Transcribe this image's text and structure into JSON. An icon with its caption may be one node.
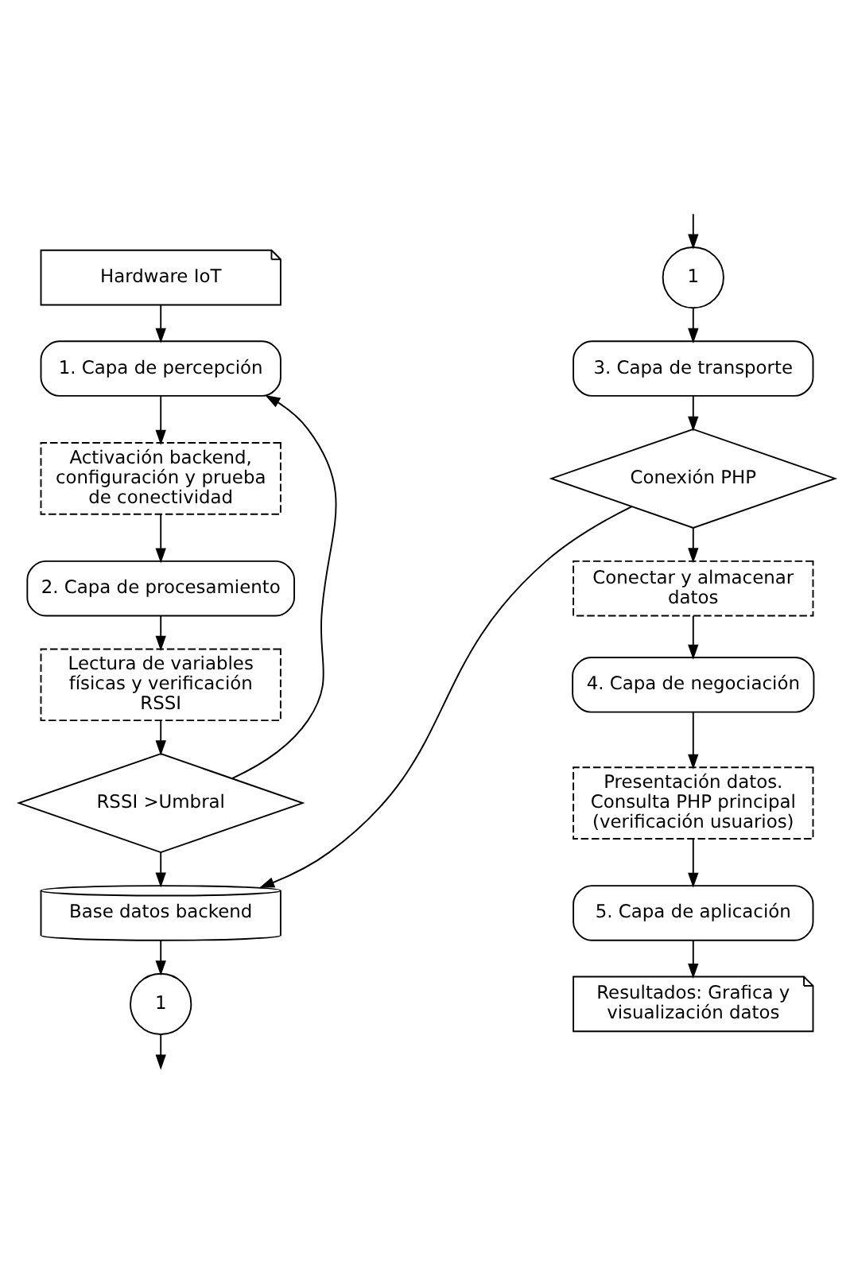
{
  "diagram": {
    "nodes": [
      {
        "text": [
          "Hardware IoT"
        ]
      },
      {
        "text": [
          "1. Capa de percepción"
        ]
      },
      {
        "text": [
          "Activación backend, configuración y prueba de conectividad"
        ]
      },
      {
        "text": [
          "2. Capa de procesamiento"
        ]
      },
      {
        "text": [
          "Lectura de variables físicas y verificación RSSI"
        ]
      },
      {
        "text": [
          "RSSI >Umbral"
        ]
      },
      {
        "text": [
          "Base datos backend"
        ]
      },
      {
        "text": [
          "1"
        ]
      },
      {
        "text": [
          "1"
        ]
      },
      {
        "text": [
          "3. Capa de transporte"
        ]
      },
      {
        "text": [
          "Conexión PHP"
        ]
      },
      {
        "text": [
          "Conectar y almacenar datos"
        ]
      },
      {
        "text": [
          "4. Capa de negociación"
        ]
      },
      {
        "text": [
          "Presentación datos. Consulta PHP principal (verificación usuarios)"
        ]
      },
      {
        "text": [
          "5. Capa de aplicación"
        ]
      },
      {
        "text": [
          "Resultados: Grafica y visualización datos"
        ]
      }
    ],
    "edges": [
      {
        "from": 0,
        "to": 1,
        "arrow": "to"
      },
      {
        "from": 1,
        "to": 2,
        "arrow": "to"
      },
      {
        "from": 2,
        "to": 3,
        "arrow": "to"
      },
      {
        "from": 3,
        "to": 4,
        "arrow": "to"
      },
      {
        "from": 4,
        "to": 5,
        "arrow": "to"
      },
      {
        "from": 5,
        "to": 6,
        "arrow": "to"
      },
      {
        "from": 5,
        "to": 1,
        "arrow": "to"
      },
      {
        "from": 10,
        "to": 6,
        "arrow": "to"
      },
      {
        "from": 6,
        "to": 7,
        "arrow": "to"
      },
      {
        "from": 7,
        "to": null,
        "arrow": "to"
      },
      {
        "from": null,
        "to": 8,
        "arrow": "to"
      },
      {
        "from": 8,
        "to": 9,
        "arrow": "to"
      },
      {
        "from": 9,
        "to": 10,
        "arrow": "to"
      },
      {
        "from": 10,
        "to": 11,
        "arrow": "to"
      },
      {
        "from": 11,
        "to": 12,
        "arrow": "to"
      },
      {
        "from": 12,
        "to": 13,
        "arrow": "to"
      },
      {
        "from": 13,
        "to": 14,
        "arrow": "to"
      },
      {
        "from": 14,
        "to": 15,
        "arrow": "to"
      }
    ]
  }
}
